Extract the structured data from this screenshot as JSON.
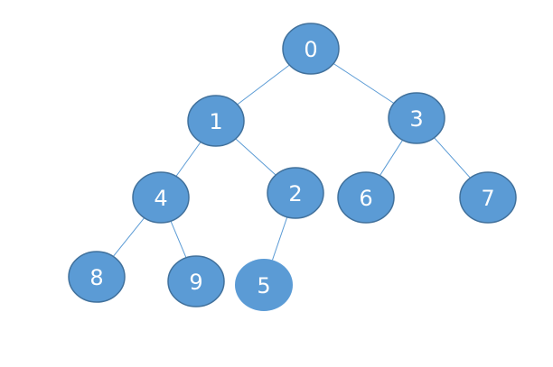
{
  "tree": {
    "node_fill": "#5b9bd5",
    "node_stroke": "#41719c",
    "edge_color": "#5b9bd5",
    "label_color": "#ffffff",
    "nodes": [
      {
        "label": "0"
      },
      {
        "label": "1"
      },
      {
        "label": "3"
      },
      {
        "label": "4"
      },
      {
        "label": "2"
      },
      {
        "label": "6"
      },
      {
        "label": "7"
      },
      {
        "label": "8"
      },
      {
        "label": "9"
      },
      {
        "label": "5"
      }
    ],
    "edges": [
      {
        "from": "0",
        "to": "1"
      },
      {
        "from": "0",
        "to": "3"
      },
      {
        "from": "1",
        "to": "4"
      },
      {
        "from": "1",
        "to": "2"
      },
      {
        "from": "3",
        "to": "6"
      },
      {
        "from": "3",
        "to": "7"
      },
      {
        "from": "4",
        "to": "8"
      },
      {
        "from": "4",
        "to": "9"
      },
      {
        "from": "2",
        "to": "5"
      }
    ]
  }
}
